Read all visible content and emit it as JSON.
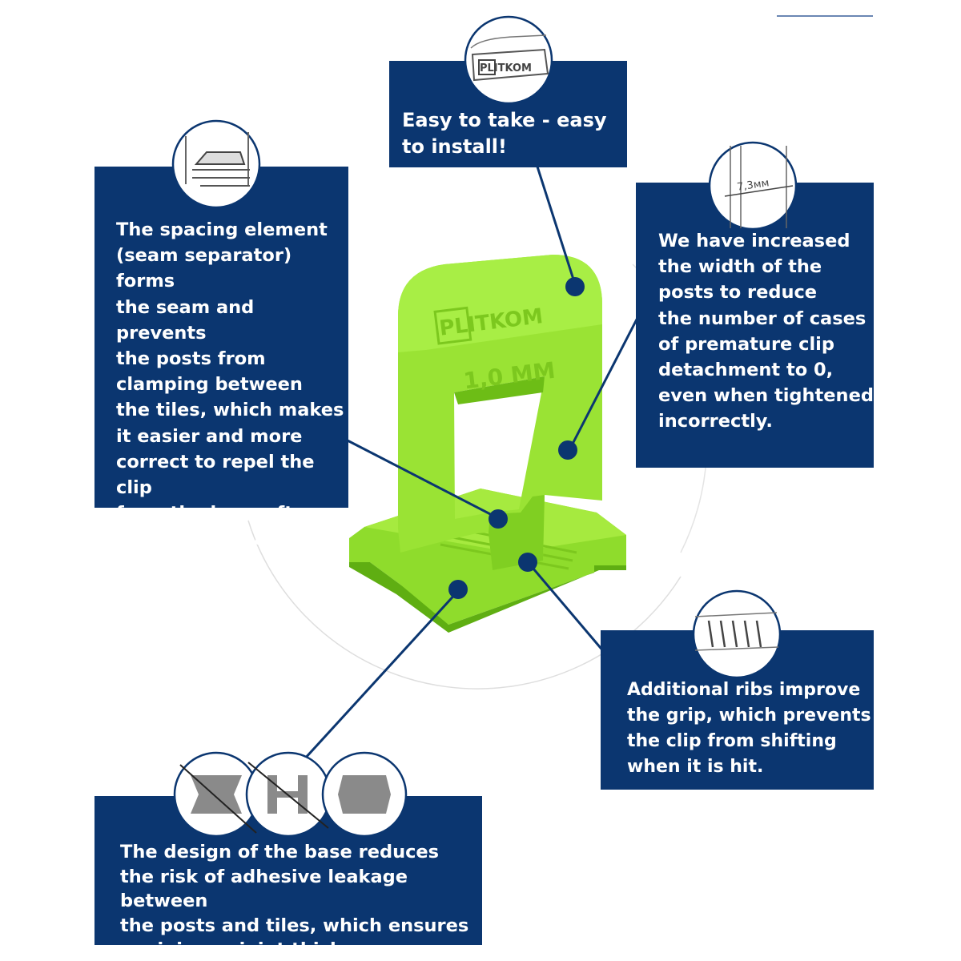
{
  "logo": {
    "brand": "PLITKOM",
    "size_mark": "1,0 MM"
  },
  "colors": {
    "box": "#0b3670",
    "clip_green": "#9ae334",
    "clip_dark": "#6fc21a",
    "text": "#ffffff",
    "icon_gray": "#8a8a8a"
  },
  "callouts": {
    "top": {
      "text": "Easy to take - easy\nto install!",
      "icon": "logo-detail-icon"
    },
    "left": {
      "text": "The spacing element\n(seam separator) forms\nthe seam and prevents\nthe posts from\nclamping between\nthe tiles, which makes\nit easier and more\ncorrect to repel the clip\nfrom the base after\nthe mixture has dried.",
      "icon": "seam-separator-icon"
    },
    "right": {
      "text": "We have increased\nthe width of the\nposts to reduce\nthe number of cases\nof premature clip\ndetachment to 0,\neven when tightened\nincorrectly.",
      "icon": "post-width-icon",
      "dimension_label": "7,3мм"
    },
    "bottom_right": {
      "text": "Additional ribs improve\nthe grip, which prevents\nthe clip from shifting\nwhen it is hit.",
      "icon": "ribs-icon"
    },
    "bottom": {
      "text": "The design of the base reduces\nthe risk of adhesive leakage between\nthe posts and tiles, which ensures\na minimum joint thickness.",
      "icons": [
        "crossed-h-shape-icon",
        "crossed-double-post-icon",
        "rounded-base-icon"
      ]
    }
  }
}
